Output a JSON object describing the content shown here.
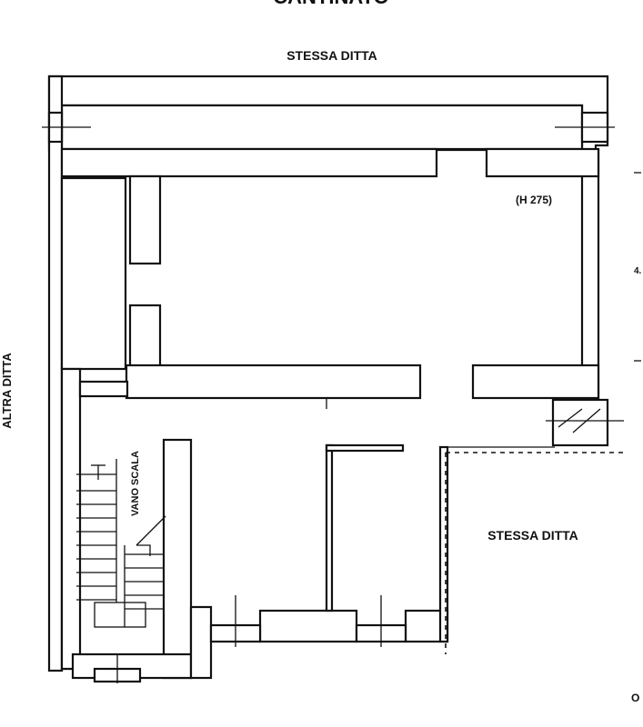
{
  "labels": {
    "title_partial": "CANTINATO",
    "top_neighbor": "STESSA DITTA",
    "left_neighbor": "ALTRA DITTA",
    "right_neighbor": "STESSA DITTA",
    "room_height": "(H 275)",
    "stair": "VANO SCALA",
    "right_dim_partial": "4.",
    "bottom_right_partial": "O"
  },
  "icons": {
    "stair": "stair-icon",
    "window": "window-icon"
  }
}
